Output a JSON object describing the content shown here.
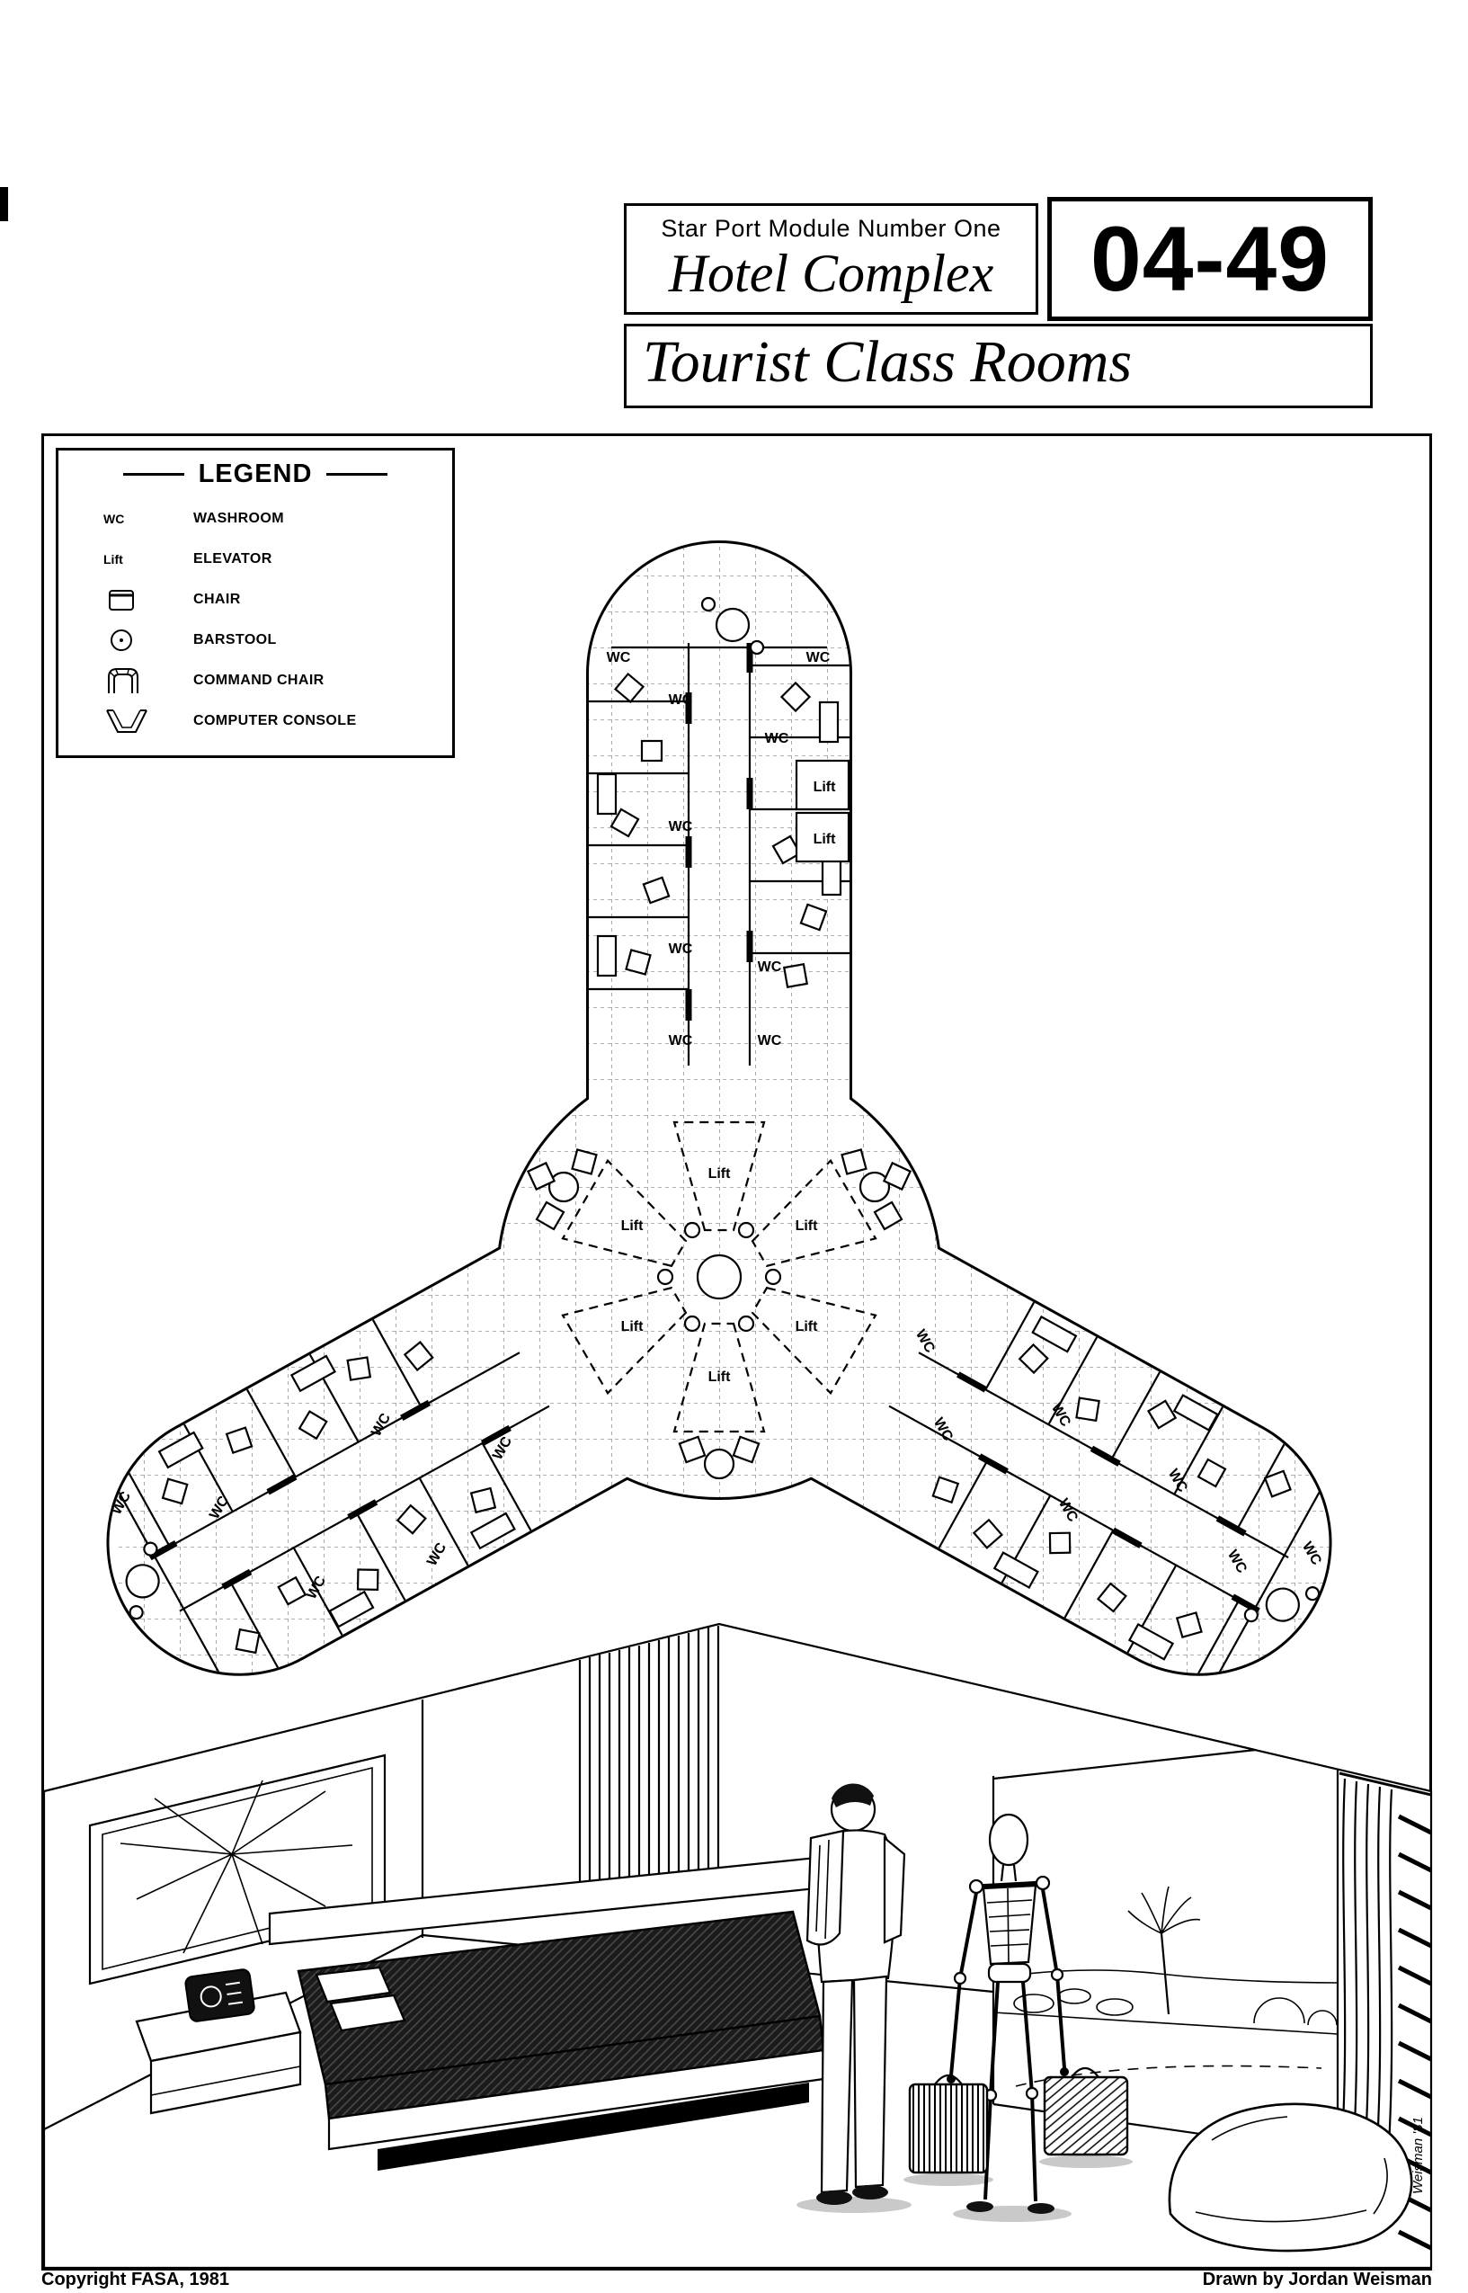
{
  "page": {
    "footer_left": "Copyright FASA, 1981",
    "footer_right": "Drawn by Jordan Weisman",
    "signature": "Weisman '81"
  },
  "title_block": {
    "kicker": "Star Port Module Number One",
    "title": "Hotel Complex",
    "code": "04-49",
    "subtitle": "Tourist Class Rooms"
  },
  "legend": {
    "title": "LEGEND",
    "items": [
      {
        "symbol": "WC",
        "label": "WASHROOM"
      },
      {
        "symbol": "Lift",
        "label": "ELEVATOR"
      },
      {
        "symbol": "",
        "label": "CHAIR"
      },
      {
        "symbol": "",
        "label": "BARSTOOL"
      },
      {
        "symbol": "",
        "label": "COMMAND CHAIR"
      },
      {
        "symbol": "",
        "label": "COMPUTER CONSOLE"
      }
    ]
  },
  "map": {
    "wc_label": "WC",
    "lift_label": "Lift"
  }
}
